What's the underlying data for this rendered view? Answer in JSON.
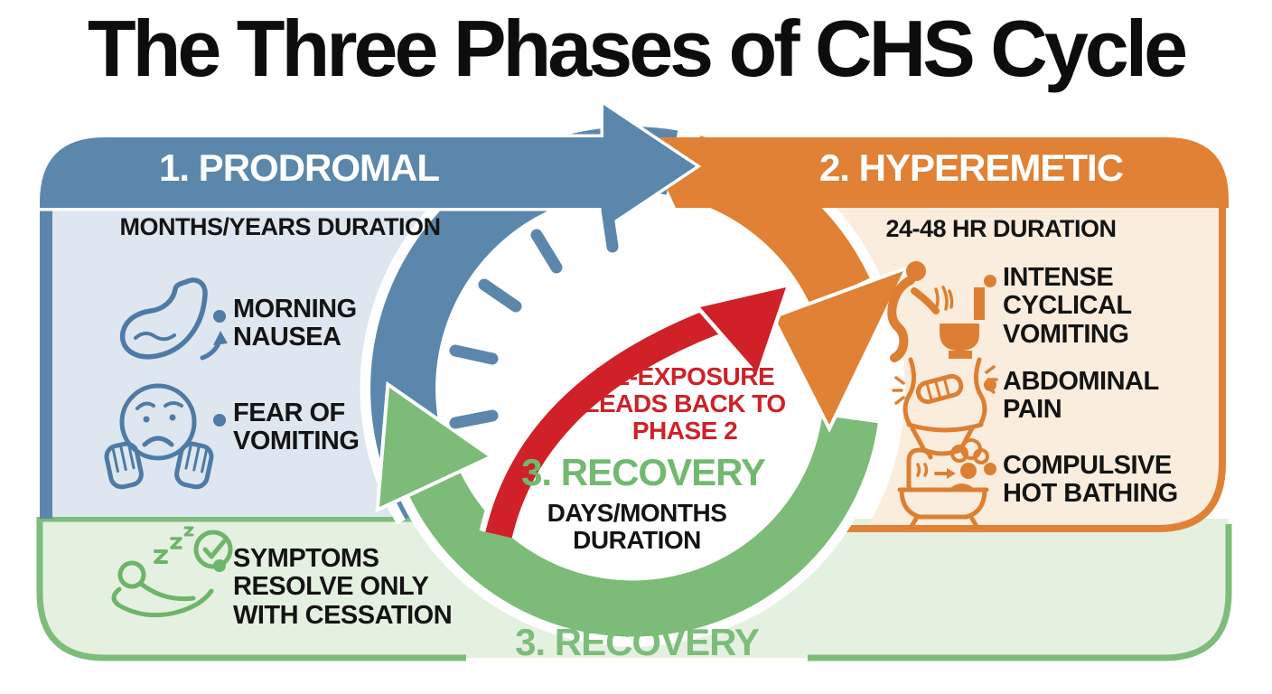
{
  "title": "The Three Phases of CHS Cycle",
  "phases": {
    "prodromal": {
      "label": "1. PRODROMAL",
      "duration": "MONTHS/YEARS DURATION",
      "symptom1": "MORNING\nNAUSEA",
      "symptom2": "FEAR OF\nVOMITING"
    },
    "hyperemetic": {
      "label": "2. HYPEREMETIC",
      "duration": "24-48 HR DURATION",
      "symptom1": "INTENSE\nCYCLICAL\nVOMITING",
      "symptom2": "ABDOMINAL\nPAIN",
      "symptom3": "COMPULSIVE\nHOT BATHING"
    },
    "recovery": {
      "center_label": "3. RECOVERY",
      "duration": "DAYS/MONTHS\nDURATION",
      "symptom1": "SYMPTOMS\nRESOLVE ONLY\nWITH CESSATION",
      "bottom_label": "3. RECOVERY"
    }
  },
  "center": {
    "reexposure_note": "RE-EXPOSURE\nLEADS BACK TO\nPHASE 2"
  },
  "icons": {
    "prodromal": [
      "stomach-icon",
      "worried-face-icon"
    ],
    "hyperemetic": [
      "vomiting-toilet-icon",
      "abdominal-pain-icon",
      "hot-bath-icon"
    ],
    "recovery": [
      "resting-person-icon"
    ],
    "cycle": [
      "clock-ticks-icon",
      "blue-cycle-arrow",
      "orange-cycle-arrow",
      "green-cycle-arrow",
      "red-reexposure-arrow"
    ]
  },
  "colors": {
    "blue": "#5b87ac",
    "light_blue": "#dee6f0",
    "orange": "#e08135",
    "peach": "#fbeddd",
    "green": "#7cbb78",
    "light_green": "#e5f1e0",
    "red": "#cf2127",
    "text": "#141414"
  }
}
